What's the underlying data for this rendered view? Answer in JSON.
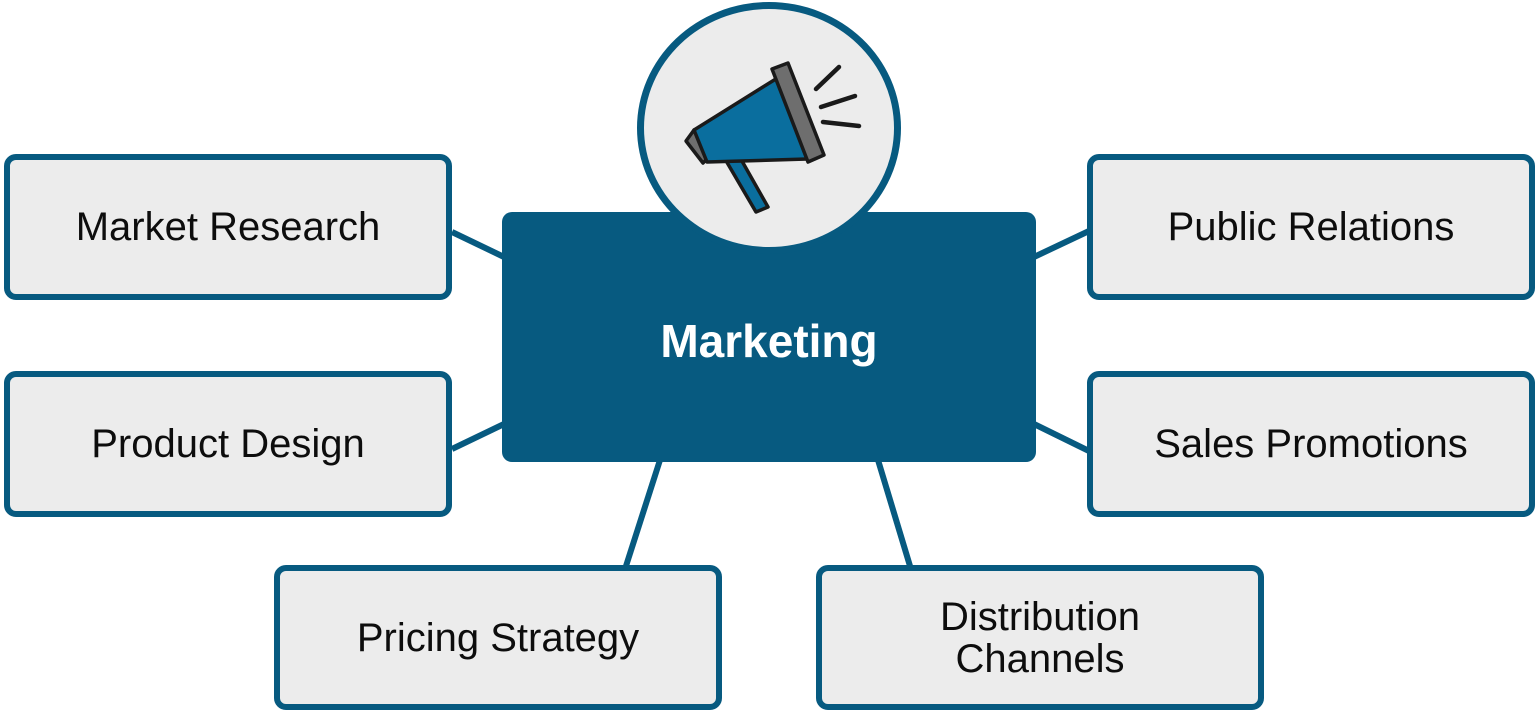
{
  "center": {
    "label": "Marketing",
    "icon": "megaphone-icon"
  },
  "nodes": {
    "market_research": "Market Research",
    "product_design": "Product Design",
    "pricing_strategy": "Pricing Strategy",
    "distribution_line1": "Distribution",
    "distribution_line2": "Channels",
    "public_relations": "Public Relations",
    "sales_promotions": "Sales Promotions"
  },
  "colors": {
    "primary": "#075a80",
    "node_fill": "#ececec",
    "megaphone_body": "#0a6e9e",
    "megaphone_cap": "#6e6e6e",
    "text_dark": "#0d0d0d",
    "text_light": "#ffffff"
  }
}
